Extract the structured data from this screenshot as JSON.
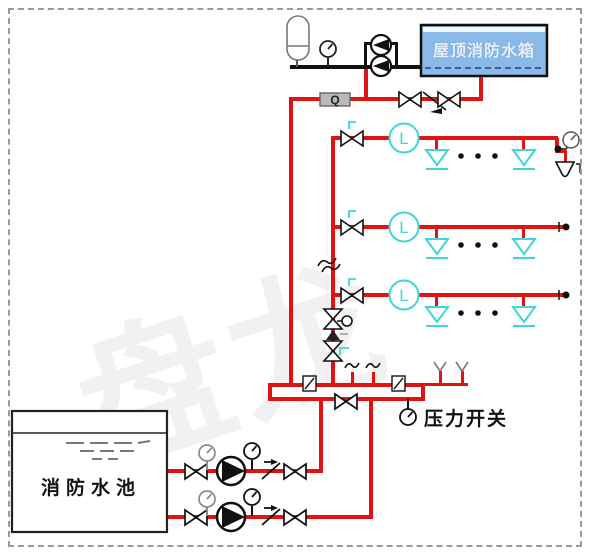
{
  "diagram": {
    "roof_tank_label": "屋顶消防水箱",
    "pool_label": "消防水池",
    "pressure_switch_label": "压力开关",
    "flow_meter_label": "Q",
    "flow_indicator_label": "L",
    "watermark_text": "盘龙"
  },
  "colors": {
    "pipe_red": "#e11212",
    "line_black": "#111111",
    "sprinkler_cyan": "#3fd6d6",
    "tank_blue_fill": "#8cbae8",
    "tank_text": "#e4effb",
    "gauge_gray": "#8a8a8a"
  }
}
